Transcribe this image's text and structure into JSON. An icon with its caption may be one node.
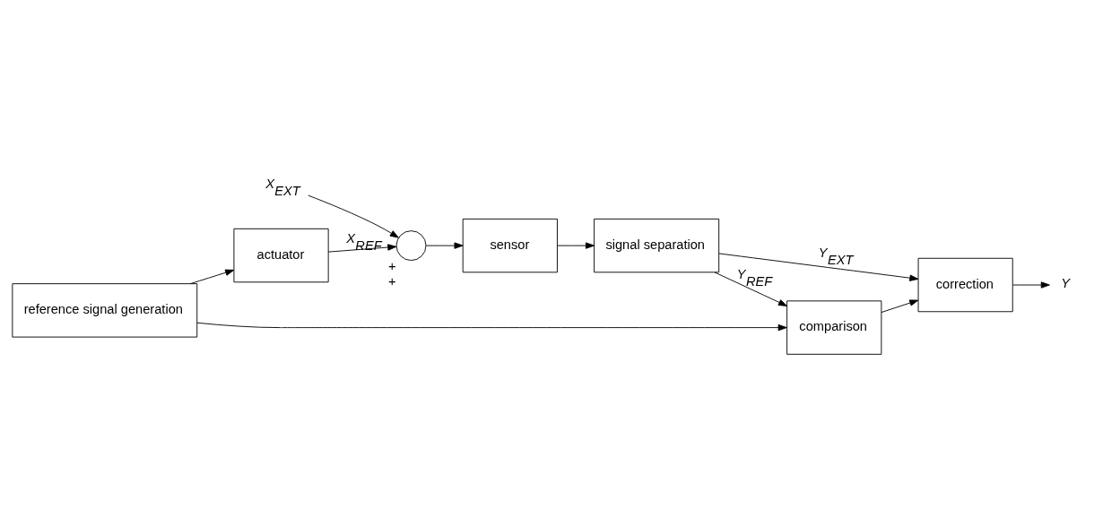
{
  "diagram": {
    "nodes": [
      {
        "text": [
          "actuator"
        ]
      },
      {
        "text": [
          "reference signal generation"
        ]
      },
      {
        "text": [
          "comparison"
        ]
      },
      {
        "text": [],
        "shape": "circle",
        "beside": [
          "+",
          "+"
        ]
      },
      {
        "text": [
          "X$_{EXT}$"
        ]
      },
      {
        "text": [
          "sensor"
        ]
      },
      {
        "text": [
          "signal separation"
        ]
      },
      {
        "text": [
          "correction"
        ]
      },
      {
        "text": [
          "Y"
        ]
      }
    ],
    "edges": [
      {
        "from": 1,
        "to": 0,
        "arrow": "to"
      },
      {
        "from": 0,
        "to": 3,
        "arrow": "to",
        "label": "X$_{REF}$"
      },
      {
        "from": 4,
        "to": 3,
        "arrow": "to"
      },
      {
        "from": 3,
        "to": 5,
        "arrow": "to"
      },
      {
        "from": 5,
        "to": 6,
        "arrow": "to"
      },
      {
        "from": 6,
        "to": 2,
        "arrow": "to",
        "label": "Y$_{REF}$"
      },
      {
        "from": 6,
        "to": 7,
        "arrow": "to",
        "label": "Y$_{EXT}$"
      },
      {
        "from": 1,
        "to": 2,
        "arrow": "to"
      },
      {
        "from": 2,
        "to": 7,
        "arrow": "to"
      },
      {
        "from": 7,
        "to": 8,
        "arrow": "to"
      }
    ]
  }
}
